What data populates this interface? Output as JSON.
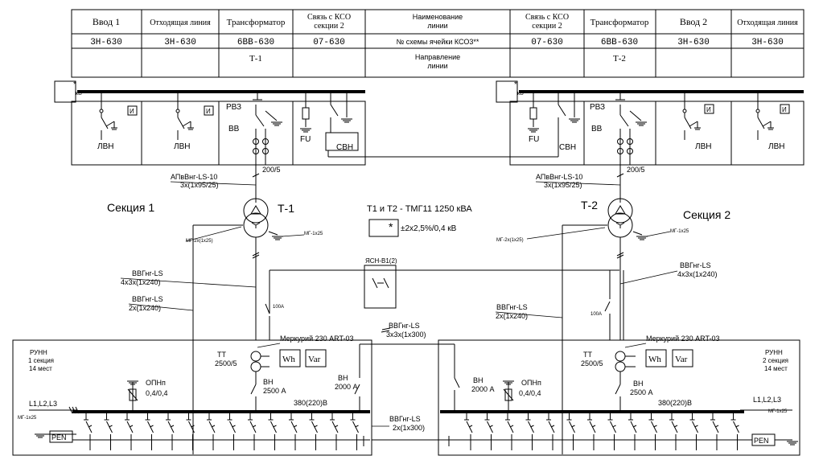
{
  "header_table": {
    "row1": [
      "Ввод 1",
      "Отходящая линия",
      "Трансформатор",
      "Связь с КСО секции 2",
      "Наименование линии",
      "Связь с КСО секции 2",
      "Трансформатор",
      "Ввод 2",
      "Отходящая линия"
    ],
    "row2": [
      "3Н-630",
      "3Н-630",
      "6ВВ-630",
      "07-630",
      "№ схемы ячейки КСО3**",
      "07-630",
      "6ВВ-630",
      "3Н-630",
      "3Н-630"
    ],
    "row3": [
      "",
      "",
      "Т-1",
      "",
      "Направление линии",
      "",
      "Т-2",
      "",
      ""
    ]
  },
  "hv": {
    "kv_label": "кВ",
    "star": "*",
    "lvn_label": "ЛВН",
    "i_box": "И",
    "rvz_label": "РВЗ",
    "vv_label": "ВВ",
    "fu_label": "FU",
    "svn_label": "СВН",
    "ct_label": "200/5",
    "cable_label_1": "АПвВнг-LS-10",
    "cable_label_2": "3х(1х95/25)"
  },
  "middle": {
    "section1": "Секция 1",
    "section2": "Секция 2",
    "t1": "Т-1",
    "t2": "Т-2",
    "transformer_spec": "Т1 и Т2 - ТМГ11  1250 кВА",
    "voltage_spec": "±2х2,5%/0,4 кВ",
    "star": "*",
    "mg_2x25": "МГ-2х(1х25)",
    "mg_1x25": "МГ-1х25",
    "yasn": "ЯСН-В1(2)",
    "vvg_1": "ВВГнг-LS",
    "vvg_1b": "4х3х(1х240)",
    "vvg_2": "ВВГнг-LS",
    "vvg_2b": "2х(1х240)",
    "vvg_mid": "ВВГнг-LS",
    "vvg_midb": "3х3х(1х300)",
    "a100": "100А"
  },
  "lv": {
    "meter": "Меркурий 230 ART-03",
    "wh": "Wh",
    "var": "Var",
    "tt": "ТТ",
    "tt_val": "2500/5",
    "runn": "РУНН",
    "sec1_a": "1 секция",
    "sec2_a": "2 секция",
    "places": "14 мест",
    "opn": "ОПНп",
    "opn_v": "0,4/0,4",
    "vn": "ВН",
    "vn_2500": "2500 А",
    "vn_2000": "2000 А",
    "bus_v": "380(220)В",
    "phases": "L1,L2,L3",
    "mg": "МГ-1х25",
    "pen": "PEN",
    "vvg_bottom": "ВВГнг-LS",
    "vvg_bottomb": "2х(1х300)"
  }
}
